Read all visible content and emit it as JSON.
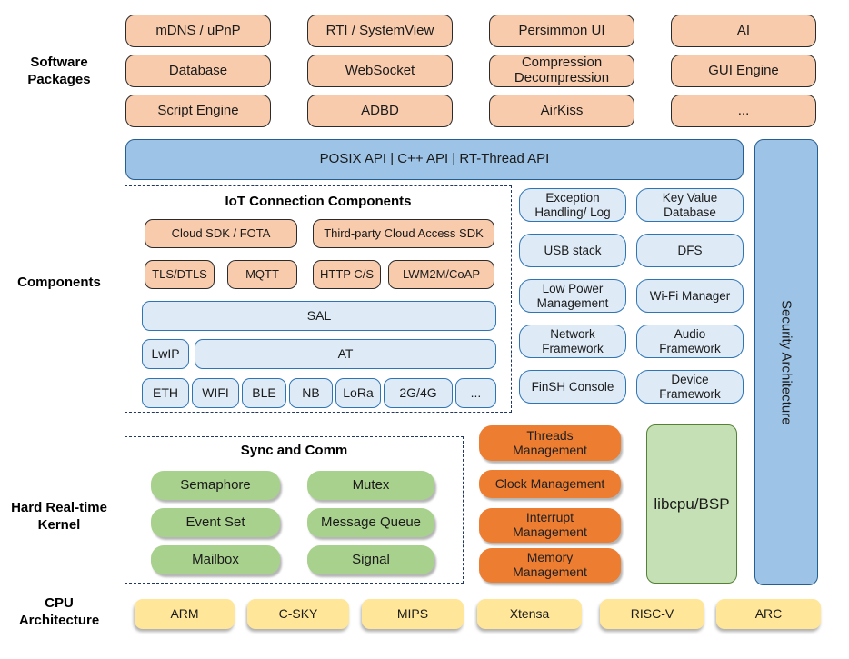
{
  "side_labels": {
    "software_packages": "Software\nPackages",
    "components": "Components",
    "kernel": "Hard Real-time\nKernel",
    "cpu": "CPU\nArchitecture"
  },
  "packages": {
    "items": [
      "mDNS / uPnP",
      "RTI / SystemView",
      "Persimmon UI",
      "AI",
      "Database",
      "WebSocket",
      "Compression\nDecompression",
      "GUI Engine",
      "Script Engine",
      "ADBD",
      "AirKiss",
      "..."
    ]
  },
  "api_bar": {
    "label": "POSIX API | C++ API | RT-Thread API"
  },
  "security_bar": {
    "label": "Security Architecture"
  },
  "iot": {
    "title": "IoT Connection Components",
    "row1": [
      "Cloud SDK / FOTA",
      "Third-party Cloud Access SDK"
    ],
    "row2": [
      "TLS/DTLS",
      "MQTT",
      "HTTP C/S",
      "LWM2M/CoAP"
    ],
    "sal": "SAL",
    "lwip": "LwIP",
    "at": "AT",
    "links": [
      "ETH",
      "WIFI",
      "BLE",
      "NB",
      "LoRa",
      "2G/4G",
      "..."
    ]
  },
  "components_right": {
    "items": [
      "Exception\nHandling/ Log",
      "Key Value\nDatabase",
      "USB stack",
      "DFS",
      "Low Power\nManagement",
      "Wi-Fi Manager",
      "Network\nFramework",
      "Audio\nFramework",
      "FinSH Console",
      "Device\nFramework"
    ]
  },
  "kernel": {
    "sync_title": "Sync and Comm",
    "sync_items": [
      "Semaphore",
      "Mutex",
      "Event Set",
      "Message Queue",
      "Mailbox",
      "Signal"
    ],
    "mgmt_items": [
      "Threads\nManagement",
      "Clock Management",
      "Interrupt\nManagement",
      "Memory\nManagement"
    ],
    "libcpu": "libcpu/BSP"
  },
  "cpu_row": {
    "items": [
      "ARM",
      "C-SKY",
      "MIPS",
      "Xtensa",
      "RISC-V",
      "ARC"
    ]
  },
  "colors": {
    "peach": "#F8CBAD",
    "api_blue": "#9DC3E6",
    "light_blue": "#DEEBF7",
    "blue_border": "#2E75B6",
    "green": "#A9D18E",
    "light_green": "#C5E0B4",
    "orange": "#ED7D31",
    "yellow": "#FFE699",
    "dash_border": "#1F3864"
  }
}
